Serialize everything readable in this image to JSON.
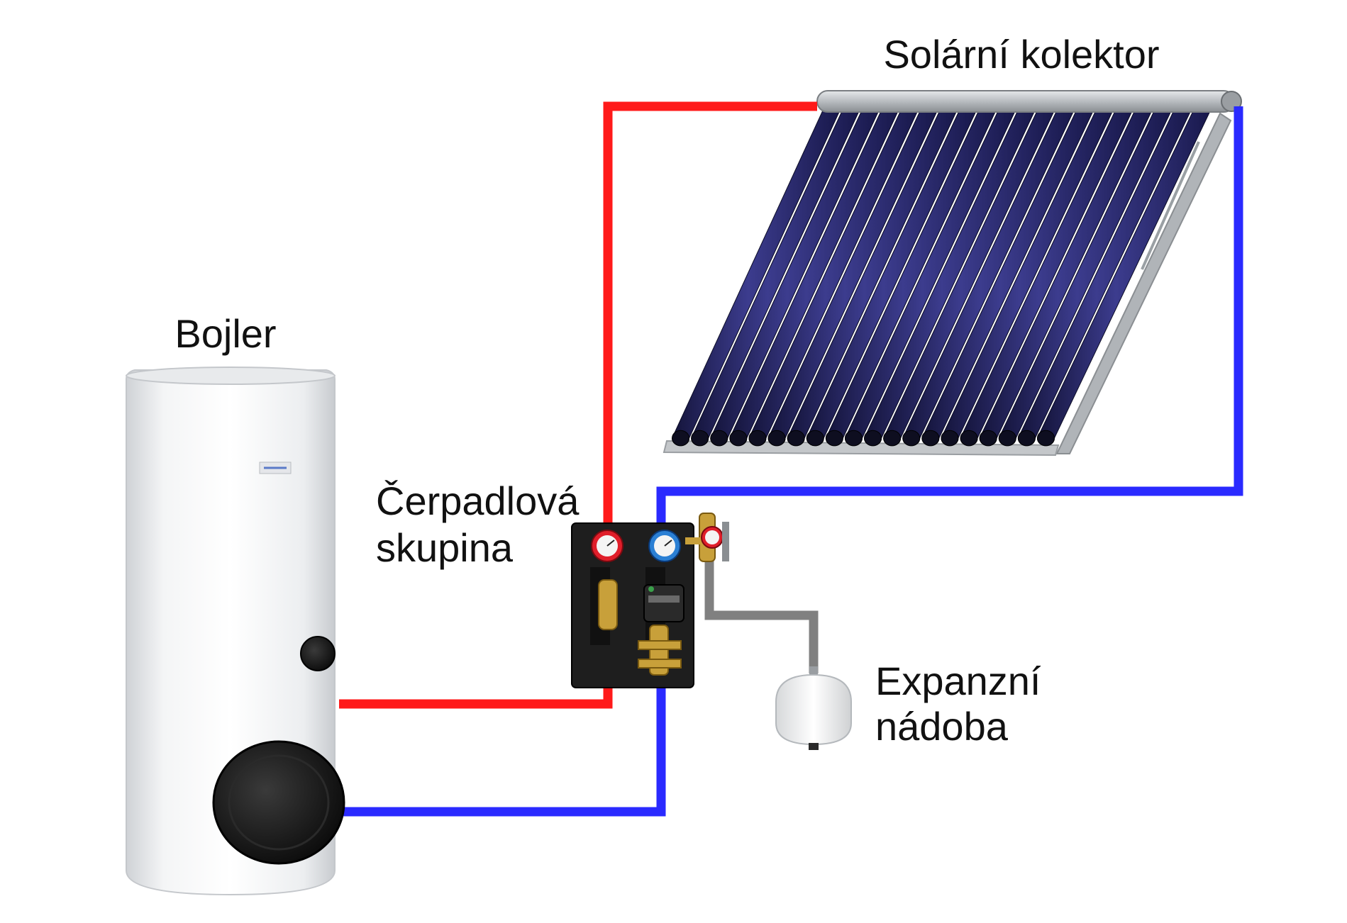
{
  "labels": {
    "collector": "Solární kolektor",
    "boiler": "Bojler",
    "pump_group_line1": "Čerpadlová",
    "pump_group_line2": "skupina",
    "expansion_line1": "Expanzní",
    "expansion_line2": "nádoba"
  },
  "colors": {
    "hot_pipe": "#ff1a1a",
    "cold_pipe": "#2a2aff",
    "expansion_pipe": "#808080",
    "tube_dark": "#1a1a40",
    "tube_mid": "#3a3a8a",
    "gauge_hot": "#e01e2a",
    "gauge_cold": "#2a7fd4",
    "brass": "#c8a03a"
  }
}
